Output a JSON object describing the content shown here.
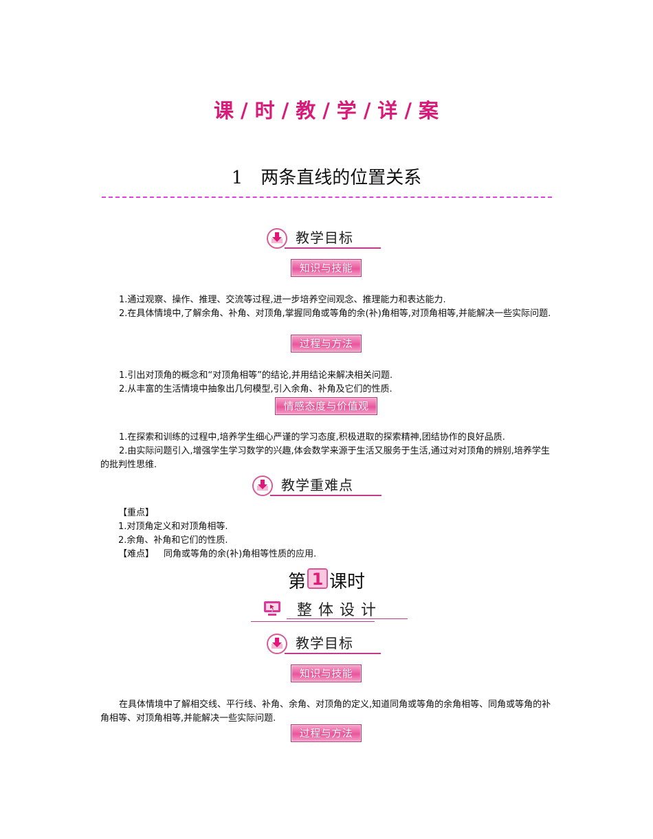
{
  "banner": {
    "chars": [
      "课",
      "时",
      "教",
      "学",
      "详",
      "案"
    ],
    "separator": "/",
    "color": "#d81b7a"
  },
  "lesson": {
    "number": "1",
    "title": "两条直线的位置关系"
  },
  "section_teaching_goals": {
    "heading": "教学目标",
    "knowledge_skills": {
      "tag": "知识与技能",
      "items": [
        "1.通过观察、操作、推理、交流等过程,进一步培养空间观念、推理能力和表达能力.",
        "2.在具体情境中,了解余角、补角、对顶角,掌握同角或等角的余(补)角相等,对顶角相等,并能解决一些实际问题."
      ]
    },
    "process_methods": {
      "tag": "过程与方法",
      "items": [
        "1.引出对顶角的概念和“对顶角相等”的结论,并用结论来解决相关问题.",
        "2.从丰富的生活情境中抽象出几何模型,引入余角、补角及它们的性质."
      ]
    },
    "attitudes_values": {
      "tag": "情感态度与价值观",
      "items": [
        "1.在探索和训练的过程中,培养学生细心严谨的学习态度,积极进取的探索精神,团结协作的良好品质.",
        "2.由实际问题引入,增强学生学习数学的兴趣,体会数学来源于生活又服务于生活,通过对对顶角的辨别,培养学生的批判性思维."
      ]
    }
  },
  "section_key_points": {
    "heading": "教学重难点",
    "key_label": "【重点】",
    "key_items": [
      "1.对顶角定义和对顶角相等.",
      "2.余角、补角和它们的性质."
    ],
    "difficult_label": "【难点】",
    "difficult_text": "同角或等角的余(补)角相等性质的应用."
  },
  "period": {
    "prefix": "第",
    "number": "1",
    "suffix": "课时"
  },
  "overall_design": {
    "heading": "整体设计"
  },
  "period_goals": {
    "heading": "教学目标",
    "knowledge_skills": {
      "tag": "知识与技能",
      "text": "在具体情境中了解相交线、平行线、补角、余角、对顶角的定义,知道同角或等角的余角相等、同角或等角的补角相等、对顶角相等,并能解决一些实际问题."
    },
    "process_methods": {
      "tag": "过程与方法"
    }
  },
  "colors": {
    "accent": "#d81b7a",
    "rule": "#c23b8a",
    "dash": "#e040e0",
    "tag_fill": "#e9559c"
  }
}
